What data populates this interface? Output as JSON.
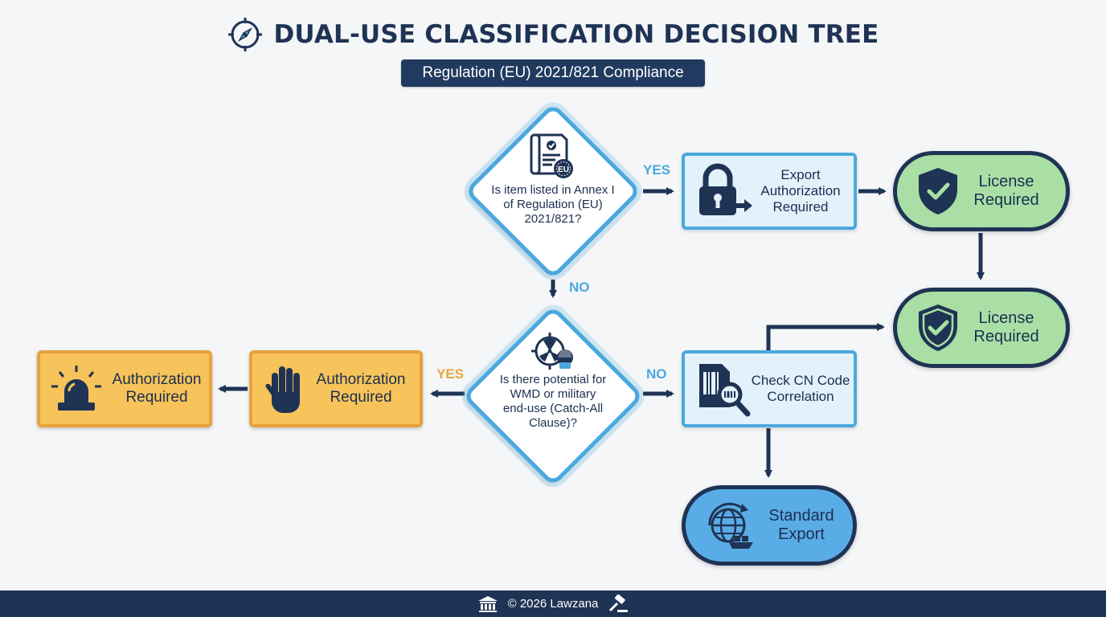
{
  "header": {
    "title": "DUAL-USE CLASSIFICATION DECISION TREE",
    "subtitle": "Regulation (EU) 2021/821 Compliance",
    "title_icon": "compass-icon"
  },
  "nodes": {
    "q1": {
      "label": "Is item listed in Annex I of Regulation (EU) 2021/821?",
      "icon": "document-eu-icon",
      "badge": "EU"
    },
    "q2": {
      "label": "Is there potential for WMD or military end-use (Catch-All Clause)?",
      "icon": "radiation-target-icon"
    },
    "export_auth": {
      "label": "Export Authorization Required",
      "icon": "padlock-exit-icon"
    },
    "license1": {
      "label": "License Required",
      "icon": "shield-check-icon"
    },
    "license2": {
      "label": "License Required",
      "icon": "shield-check-icon"
    },
    "check_cn": {
      "label": "Check CN Code Correlation",
      "icon": "barcode-search-icon"
    },
    "standard_export": {
      "label": "Standard Export",
      "icon": "globe-ship-icon"
    },
    "auth_hand": {
      "label": "Authorization Required",
      "icon": "stop-hand-icon"
    },
    "auth_siren": {
      "label": "Authorization Required",
      "icon": "siren-icon"
    }
  },
  "edges": {
    "q1_yes": "YES",
    "q1_no": "NO",
    "q2_yes": "YES",
    "q2_no": "NO"
  },
  "footer": {
    "text": "© 2026 Lawzana",
    "left_icon": "courthouse-icon",
    "right_icon": "gavel-icon"
  },
  "colors": {
    "navy": "#1f3354",
    "accent_blue": "#4aa8de",
    "orange": "#f7c35b",
    "green": "#a9dfa5",
    "standard_blue": "#5aace6"
  }
}
